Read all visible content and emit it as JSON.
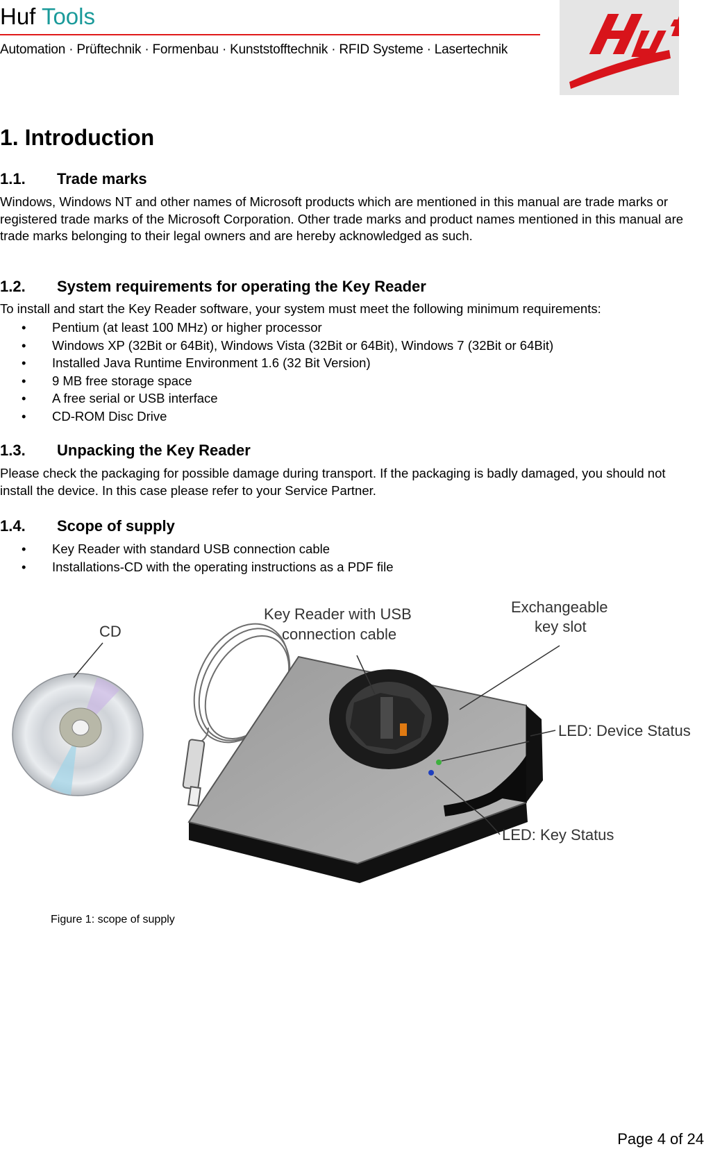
{
  "header": {
    "brand_part1": "Huf",
    "brand_part2": "Tools",
    "tagline": "Automation · Prüftechnik · Formenbau · Kunststofftechnik · RFID Systeme · Lasertechnik",
    "logo_text": "Huf",
    "accent_color": "#e01919",
    "brand_color": "#1a9a9a"
  },
  "chapter": {
    "title": "1. Introduction"
  },
  "sections": [
    {
      "number": "1.1.",
      "title": "Trade marks",
      "text": "Windows, Windows NT and other names of Microsoft products which are mentioned in this manual are trade marks or registered trade marks of the Microsoft Corporation. Other trade marks and product names mentioned in this manual are trade marks belonging to their legal owners and are hereby acknowledged as such."
    },
    {
      "number": "1.2.",
      "title": "System requirements for operating the Key Reader",
      "text": "To install and start the Key Reader software, your system must meet the following minimum requirements:",
      "bullets": [
        "Pentium (at least 100 MHz) or higher processor",
        "Windows XP (32Bit or 64Bit), Windows Vista (32Bit or 64Bit), Windows 7 (32Bit or 64Bit)",
        "Installed Java Runtime Environment 1.6 (32 Bit Version)",
        "9 MB free storage space",
        "A free serial or USB interface",
        "CD-ROM Disc Drive"
      ]
    },
    {
      "number": "1.3.",
      "title": "Unpacking the Key Reader",
      "text": "Please check the packaging for possible damage during transport. If the packaging is badly damaged, you should not install the device. In this case please refer to your Service Partner."
    },
    {
      "number": "1.4.",
      "title": "Scope of supply",
      "bullets": [
        "Key Reader with standard USB connection cable",
        "Installations-CD with the operating instructions as a PDF file"
      ]
    }
  ],
  "figure": {
    "labels": {
      "cd": "CD",
      "reader_line1": "Key Reader with USB",
      "reader_line2": "connection cable",
      "slot_line1": "Exchangeable",
      "slot_line2": "key slot",
      "led_device": "LED: Device Status",
      "led_key": "LED: Key Status"
    },
    "caption": "Figure 1: scope of supply"
  },
  "footer": {
    "page": "Page 4 of 24"
  }
}
